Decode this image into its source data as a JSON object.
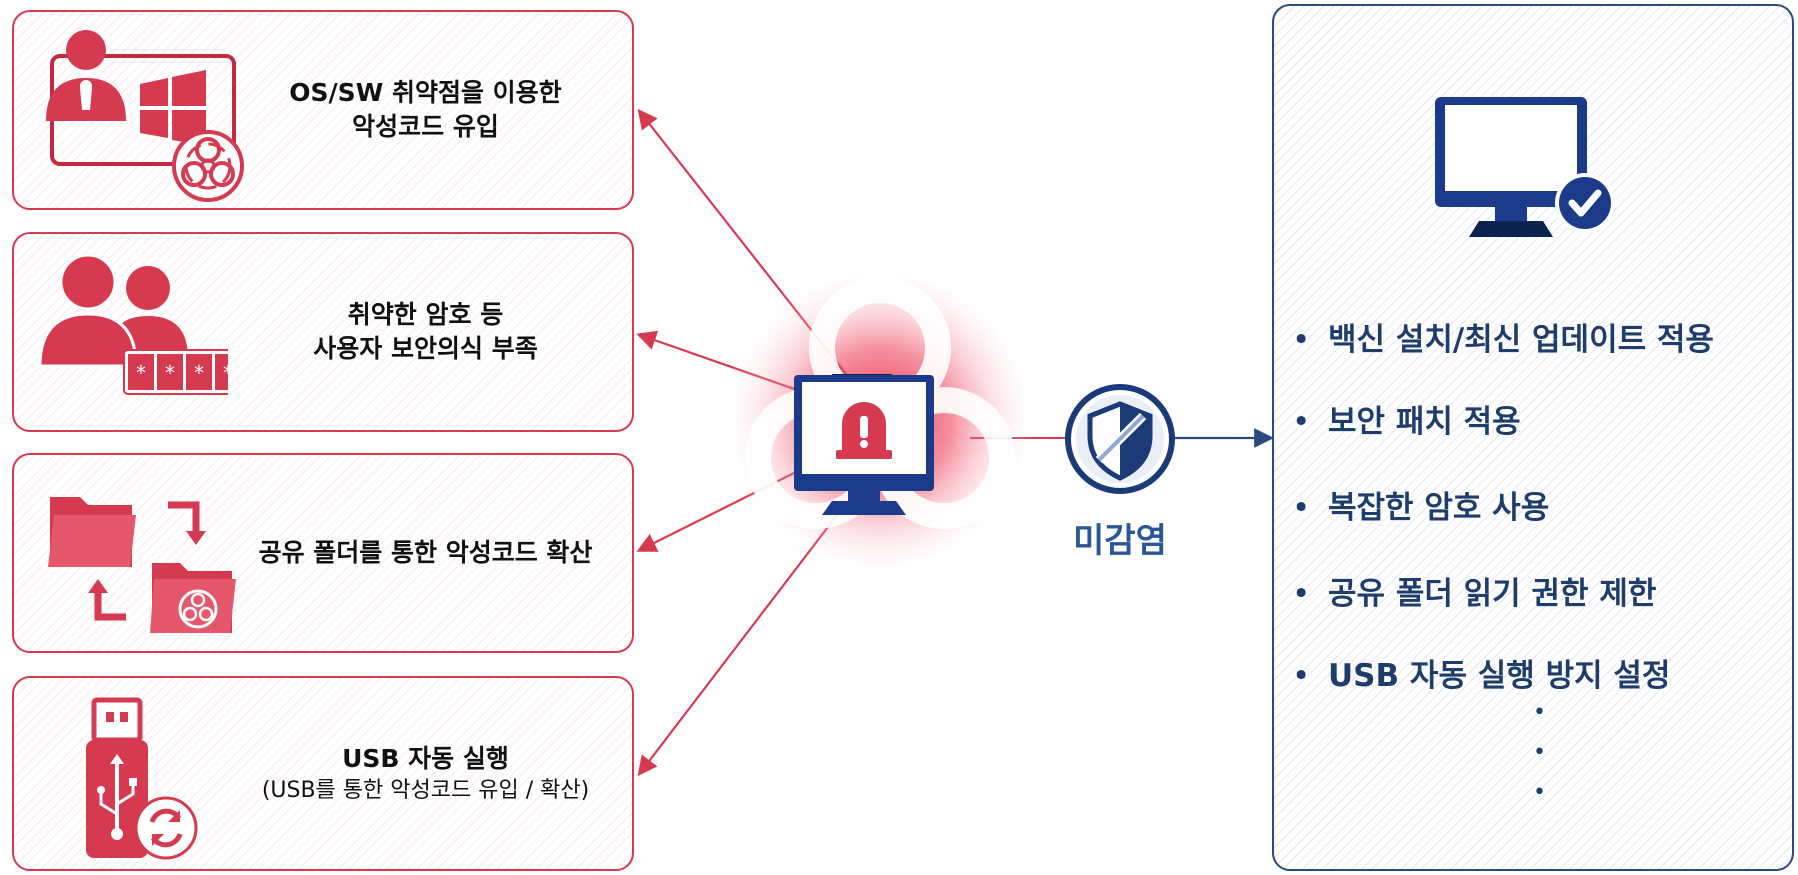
{
  "threats": [
    {
      "title_lines": [
        "OS/SW 취약점을 이용한",
        "악성코드 유입"
      ],
      "sub": ""
    },
    {
      "title_lines": [
        "취약한 암호 등",
        "사용자 보안의식 부족"
      ],
      "sub": ""
    },
    {
      "title_lines": [
        "공유 폴더를 통한 악성코드 확산"
      ],
      "sub": ""
    },
    {
      "title_lines": [
        "USB 자동 실행"
      ],
      "sub": "(USB를 통한 악성코드 유입 / 확산)"
    }
  ],
  "center": {
    "status_label": "미감염"
  },
  "measures": {
    "items": [
      "백신 설치/최신 업데이트 적용",
      "보안 패치 적용",
      "복잡한 암호 사용",
      "공유 폴더 읽기 권한 제한",
      "USB 자동 실행 방지 설정"
    ],
    "bullet": "•",
    "continuation": [
      "•",
      "•",
      "•"
    ]
  },
  "colors": {
    "threat": "#d63a50",
    "safe": "#2b4a80",
    "status": "#2b5796"
  },
  "icons": {
    "threat_1": "user-windows-biohazard-icon",
    "threat_2": "users-password-icon",
    "threat_3": "folder-transfer-biohazard-icon",
    "threat_4": "usb-refresh-icon",
    "center": "infected-monitor-alert-icon",
    "shield": "shield-icon",
    "safe_pc": "monitor-check-icon"
  }
}
